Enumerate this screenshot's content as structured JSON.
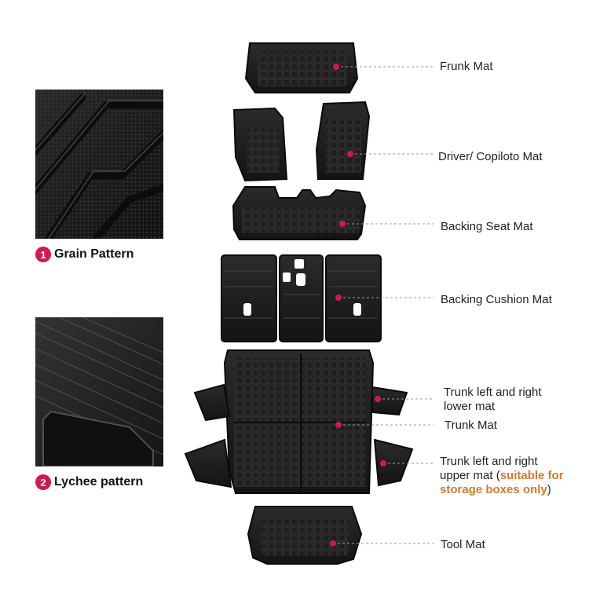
{
  "colors": {
    "marker": "#d2194f",
    "mat": "#1e1e1e",
    "accent_text": "#d9782a"
  },
  "patterns": [
    {
      "number": "1",
      "label": "Grain Pattern"
    },
    {
      "number": "2",
      "label": "Lychee pattern"
    }
  ],
  "labels": {
    "frunk": "Frunk Mat",
    "driver": "Driver/ Copiloto Mat",
    "backing_seat": "Backing Seat Mat",
    "backing_cushion": "Backing Cushion Mat",
    "trunk_lower_line1": "Trunk left and right",
    "trunk_lower_line2": "lower mat",
    "trunk": "Trunk Mat",
    "trunk_upper_line1": "Trunk left and right",
    "trunk_upper_line2_prefix": "upper mat (",
    "trunk_upper_accent1": "suitable for",
    "trunk_upper_accent2": "storage boxes only",
    "trunk_upper_suffix": ")",
    "tool": "Tool Mat"
  }
}
